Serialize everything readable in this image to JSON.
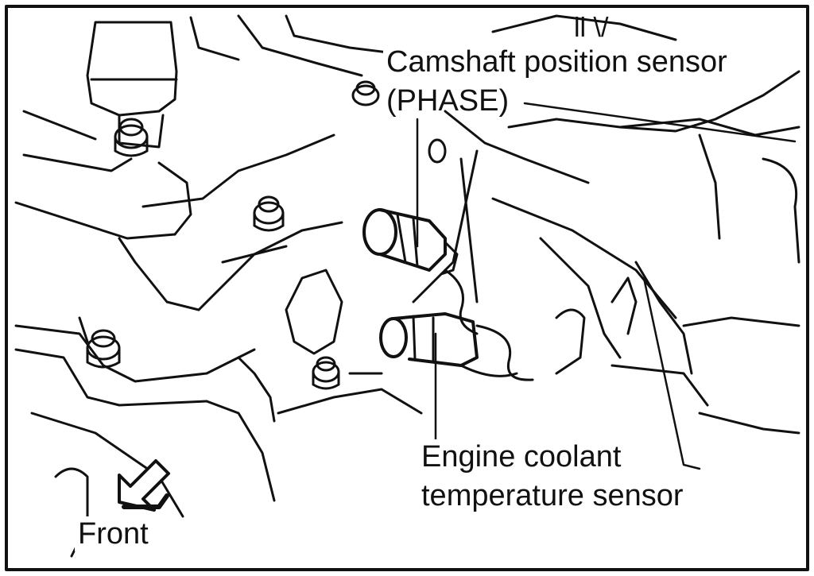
{
  "labels": {
    "camshaft_line1": "Camshaft position sensor",
    "camshaft_line2": "(PHASE)",
    "coolant_line1": "Engine coolant",
    "coolant_line2": "temperature sensor",
    "front": "Front",
    "part_number_top": "ll \\/"
  },
  "colors": {
    "ink": "#111111",
    "background": "#ffffff"
  }
}
